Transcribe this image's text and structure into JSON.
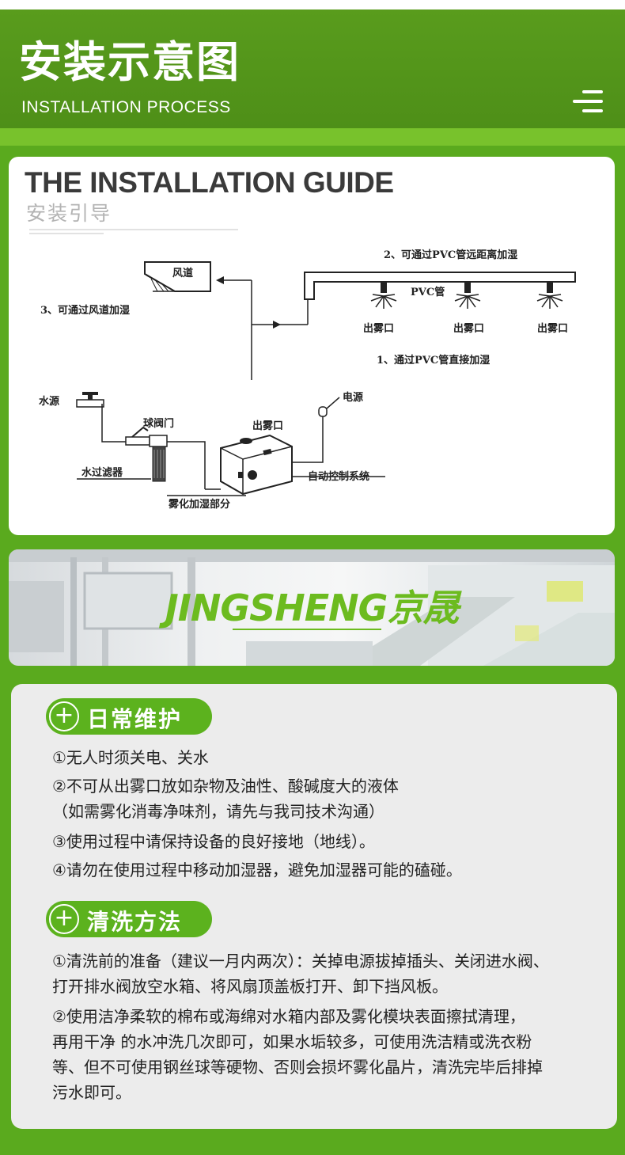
{
  "header": {
    "title": "安装示意图",
    "subtitle": "INSTALLATION PROCESS"
  },
  "guide": {
    "title": "THE INSTALLATION GUIDE",
    "subtitle": "安装引导",
    "labels": {
      "air_duct": "风道",
      "option3": "3、可通过风道加湿",
      "option2": "2、可通过PVC管远距离加湿",
      "pvc_pipe": "PVC管",
      "outlet": "出雾口",
      "option1": "1、通过PVC管直接加湿",
      "water_source": "水源",
      "ball_valve": "球阀门",
      "power": "电源",
      "machine_outlet": "出雾口",
      "water_filter": "水过滤器",
      "humidifier_part": "雾化加湿部分",
      "control_system": "自动控制系统"
    }
  },
  "banner": {
    "brand": "JINGSHENG京晟"
  },
  "maintenance": {
    "title": "日常维护",
    "icon": "plus-icon",
    "items": [
      "①无人时须关电、关水",
      "②不可从出雾口放如杂物及油性、酸碱度大的液体",
      "（如需雾化消毒净味剂，请先与我司技术沟通）",
      "③使用过程中请保持设备的良好接地（地线）。",
      "④请勿在使用过程中移动加湿器，避免加湿器可能的磕碰。"
    ]
  },
  "cleaning": {
    "title": "清洗方法",
    "icon": "plus-icon",
    "items": [
      "①清洗前的准备（建议一月内两次）：关掉电源拔掉插头、关闭进水阀、",
      "打开排水阀放空水箱、将风扇顶盖板打开、卸下挡风板。",
      "②使用洁净柔软的棉布或海绵对水箱内部及雾化模块表面擦拭清理，",
      "再用干净 的水冲洗几次即可，如果水垢较多，可使用洗洁精或洗衣粉",
      "等、但不可使用钢丝球等硬物、否则会损坏雾化晶片，清洗完毕后排掉",
      "污水即可。"
    ]
  },
  "colors": {
    "brand_green": "#5cb21e",
    "header_green": "#4e8f18",
    "band_green": "#78c22c"
  }
}
